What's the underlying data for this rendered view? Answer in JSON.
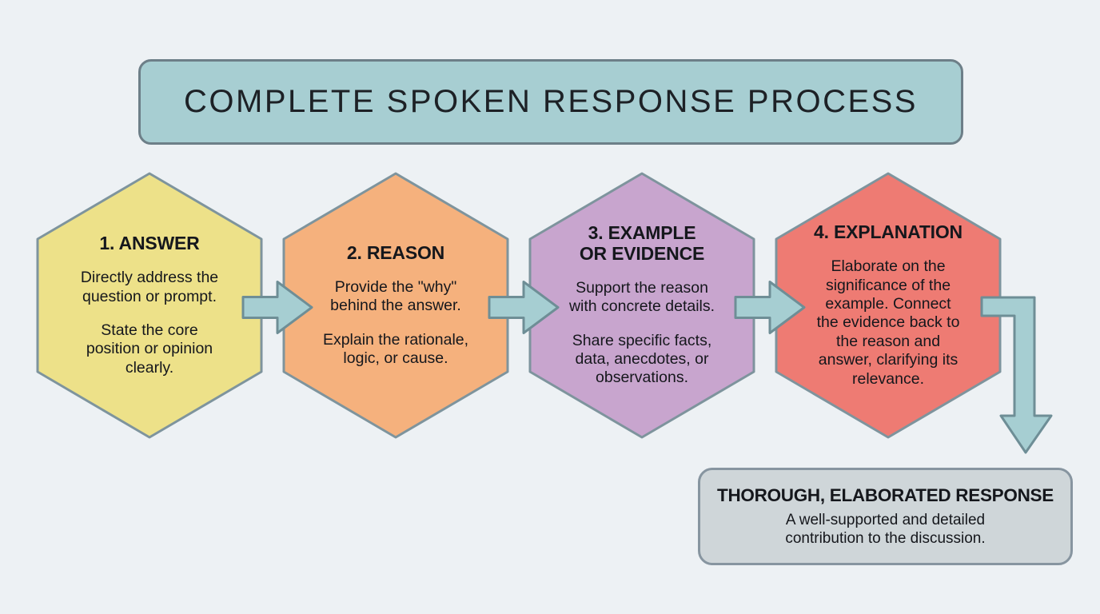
{
  "title": "COMPLETE SPOKEN RESPONSE PROCESS",
  "steps": [
    {
      "title": "1. ANSWER",
      "paragraphs": [
        "Directly address the\nquestion or prompt.",
        "State the core\nposition or opinion\nclearly."
      ],
      "fill": "#ede189"
    },
    {
      "title": "2. REASON",
      "paragraphs": [
        "Provide the \"why\"\nbehind the answer.",
        "Explain the rationale,\nlogic, or cause."
      ],
      "fill": "#f5b17d"
    },
    {
      "title": "3. EXAMPLE\nOR EVIDENCE",
      "paragraphs": [
        "Support the reason\nwith concrete details.",
        "Share specific facts,\ndata, anecdotes, or\nobservations."
      ],
      "fill": "#c8a5ce"
    },
    {
      "title": "4. EXPLANATION",
      "paragraphs": [
        "Elaborate on the\nsignificance of the\nexample. Connect\nthe evidence back to\nthe reason and\nanswer, clarifying its\nrelevance."
      ],
      "fill": "#ee7b73"
    }
  ],
  "result": {
    "title": "THOROUGH, ELABORATED RESPONSE",
    "body": "A well-supported and detailed\ncontribution to the discussion."
  },
  "colors": {
    "background": "#edf1f4",
    "title_fill": "#a7ced2",
    "title_border": "#6d7f88",
    "title_text": "#1d2126",
    "shape_border": "#7e949d",
    "arrow_fill": "#a6ced2",
    "arrow_border": "#6e8e96",
    "result_fill": "#cfd6d9",
    "result_border": "#8795a0",
    "text": "#15171c"
  }
}
